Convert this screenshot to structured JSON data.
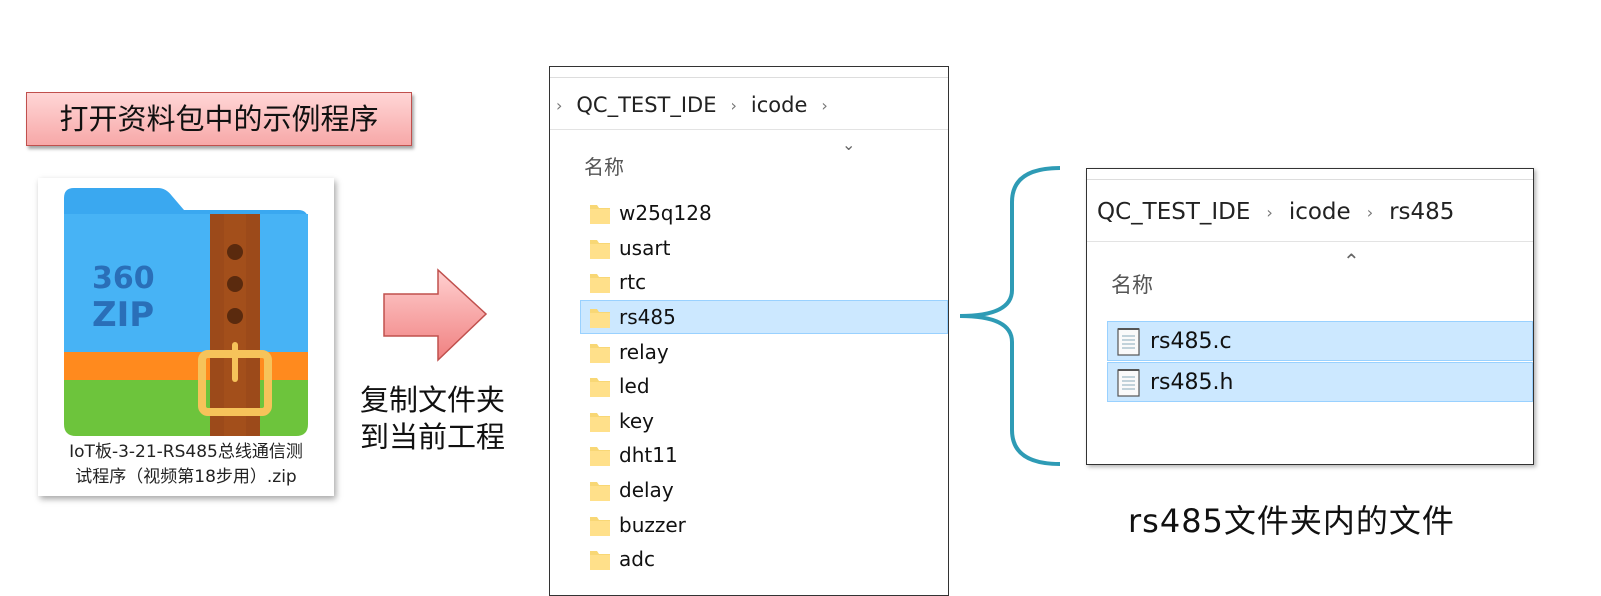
{
  "title_banner": "打开资料包中的示例程序",
  "zip_archive": {
    "caption_line1": "IoT板-3-21-RS485总线通信测",
    "caption_line2": "试程序（视频第18步用）.zip",
    "icon_label_line1": "360",
    "icon_label_line2": "ZIP"
  },
  "copy_instruction": {
    "line1": "复制文件夹",
    "line2": "到当前工程"
  },
  "left_explorer": {
    "breadcrumb": [
      "QC_TEST_IDE",
      "icode"
    ],
    "column_header": "名称",
    "folders": [
      "w25q128",
      "usart",
      "rtc",
      "rs485",
      "relay",
      "led",
      "key",
      "dht11",
      "delay",
      "buzzer",
      "adc"
    ],
    "selected_folder": "rs485"
  },
  "right_explorer": {
    "breadcrumb": [
      "QC_TEST_IDE",
      "icode",
      "rs485"
    ],
    "column_header": "名称",
    "files": [
      "rs485.c",
      "rs485.h"
    ]
  },
  "bottom_caption": "rs485文件夹内的文件",
  "colors": {
    "banner_fill": "#f7a8a8",
    "selection": "#cce8ff",
    "brace": "#2e9bb5",
    "arrow": "#f08080"
  }
}
